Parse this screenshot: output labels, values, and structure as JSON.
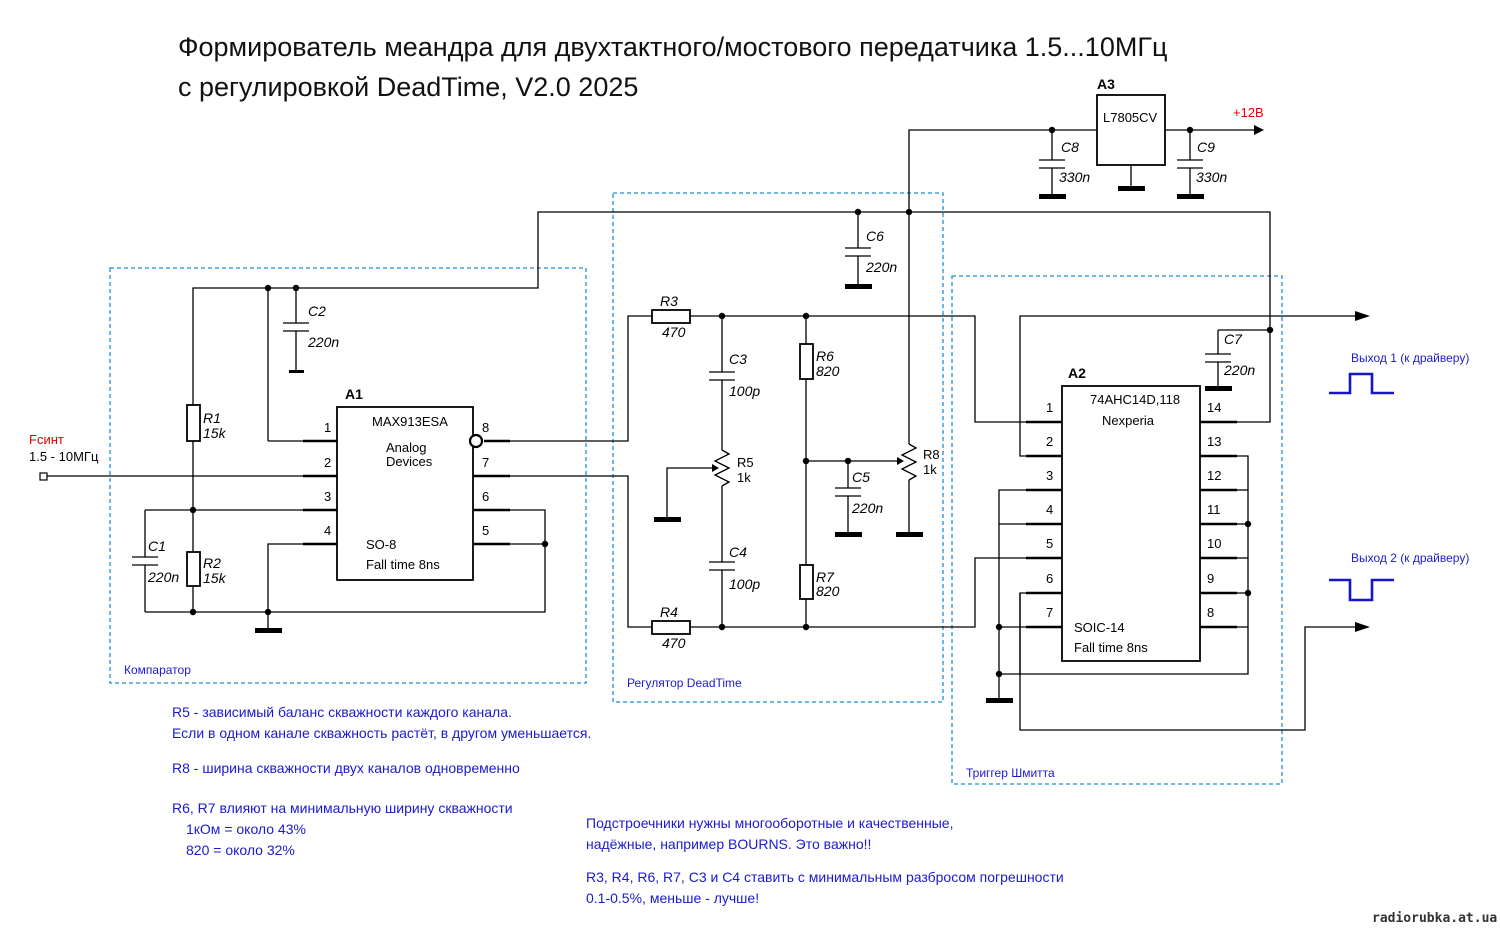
{
  "title": {
    "line1": "Формирователь меандра для двухтактного/мостового передатчика 1.5...10МГц",
    "line2": "с регулировкой DeadTime, V2.0 2025"
  },
  "input": {
    "name": "Fсинт",
    "range": "1.5 - 10МГц"
  },
  "a1": {
    "ref": "A1",
    "part": "MAX913ESA",
    "mfr1": "Analog",
    "mfr2": "Devices",
    "pkg": "SO-8",
    "fall": "Fall time 8ns",
    "pins_left": [
      "1",
      "2",
      "3",
      "4"
    ],
    "pins_right": [
      "8",
      "7",
      "6",
      "5"
    ]
  },
  "a2": {
    "ref": "A2",
    "part": "74AHC14D,118",
    "mfr": "Nexperia",
    "pkg": "SOIC-14",
    "fall": "Fall time 8ns",
    "pins_left": [
      "1",
      "2",
      "3",
      "4",
      "5",
      "6",
      "7"
    ],
    "pins_right": [
      "14",
      "13",
      "12",
      "11",
      "10",
      "9",
      "8"
    ]
  },
  "a3": {
    "ref": "A3",
    "part": "L7805CV",
    "vin": "+12В"
  },
  "components": {
    "r1": {
      "ref": "R1",
      "val": "15k"
    },
    "r2": {
      "ref": "R2",
      "val": "15k"
    },
    "r3": {
      "ref": "R3",
      "val": "470"
    },
    "r4": {
      "ref": "R4",
      "val": "470"
    },
    "r5": {
      "ref": "R5",
      "val": "1k"
    },
    "r6": {
      "ref": "R6",
      "val": "820"
    },
    "r7": {
      "ref": "R7",
      "val": "820"
    },
    "r8": {
      "ref": "R8",
      "val": "1k"
    },
    "c1": {
      "ref": "C1",
      "val": "220n"
    },
    "c2": {
      "ref": "C2",
      "val": "220n"
    },
    "c3": {
      "ref": "C3",
      "val": "100p"
    },
    "c4": {
      "ref": "C4",
      "val": "100p"
    },
    "c5": {
      "ref": "C5",
      "val": "220n"
    },
    "c6": {
      "ref": "C6",
      "val": "220n"
    },
    "c7": {
      "ref": "C7",
      "val": "220n"
    },
    "c8": {
      "ref": "C8",
      "val": "330n"
    },
    "c9": {
      "ref": "C9",
      "val": "330n"
    }
  },
  "blocks": {
    "comparator": "Компаратор",
    "deadtime": "Регулятор DeadTime",
    "schmitt": "Триггер Шмитта"
  },
  "outputs": {
    "out1": "Выход 1 (к драйверу)",
    "out2": "Выход 2 (к драйверу)"
  },
  "notes": {
    "n1": "R5 - зависимый баланс скважности каждого канала.",
    "n2": "Если в одном канале скважность растёт, в другом уменьшается.",
    "n3": "R8 - ширина скважности двух каналов одновременно",
    "n4": "R6, R7 влияют на минимальную ширину скважности",
    "n5": "1кОм = около 43%",
    "n6": "820 = около 32%",
    "n7": "Подстроечники нужны многооборотные и качественные,",
    "n8": "надёжные, например BOURNS. Это важно!!",
    "n9": "R3, R4, R6, R7, C3 и C4 ставить с минимальным разбросом погрешности",
    "n10": "0.1-0.5%, меньше - лучше!"
  },
  "watermark": "radiorubka.at.ua"
}
